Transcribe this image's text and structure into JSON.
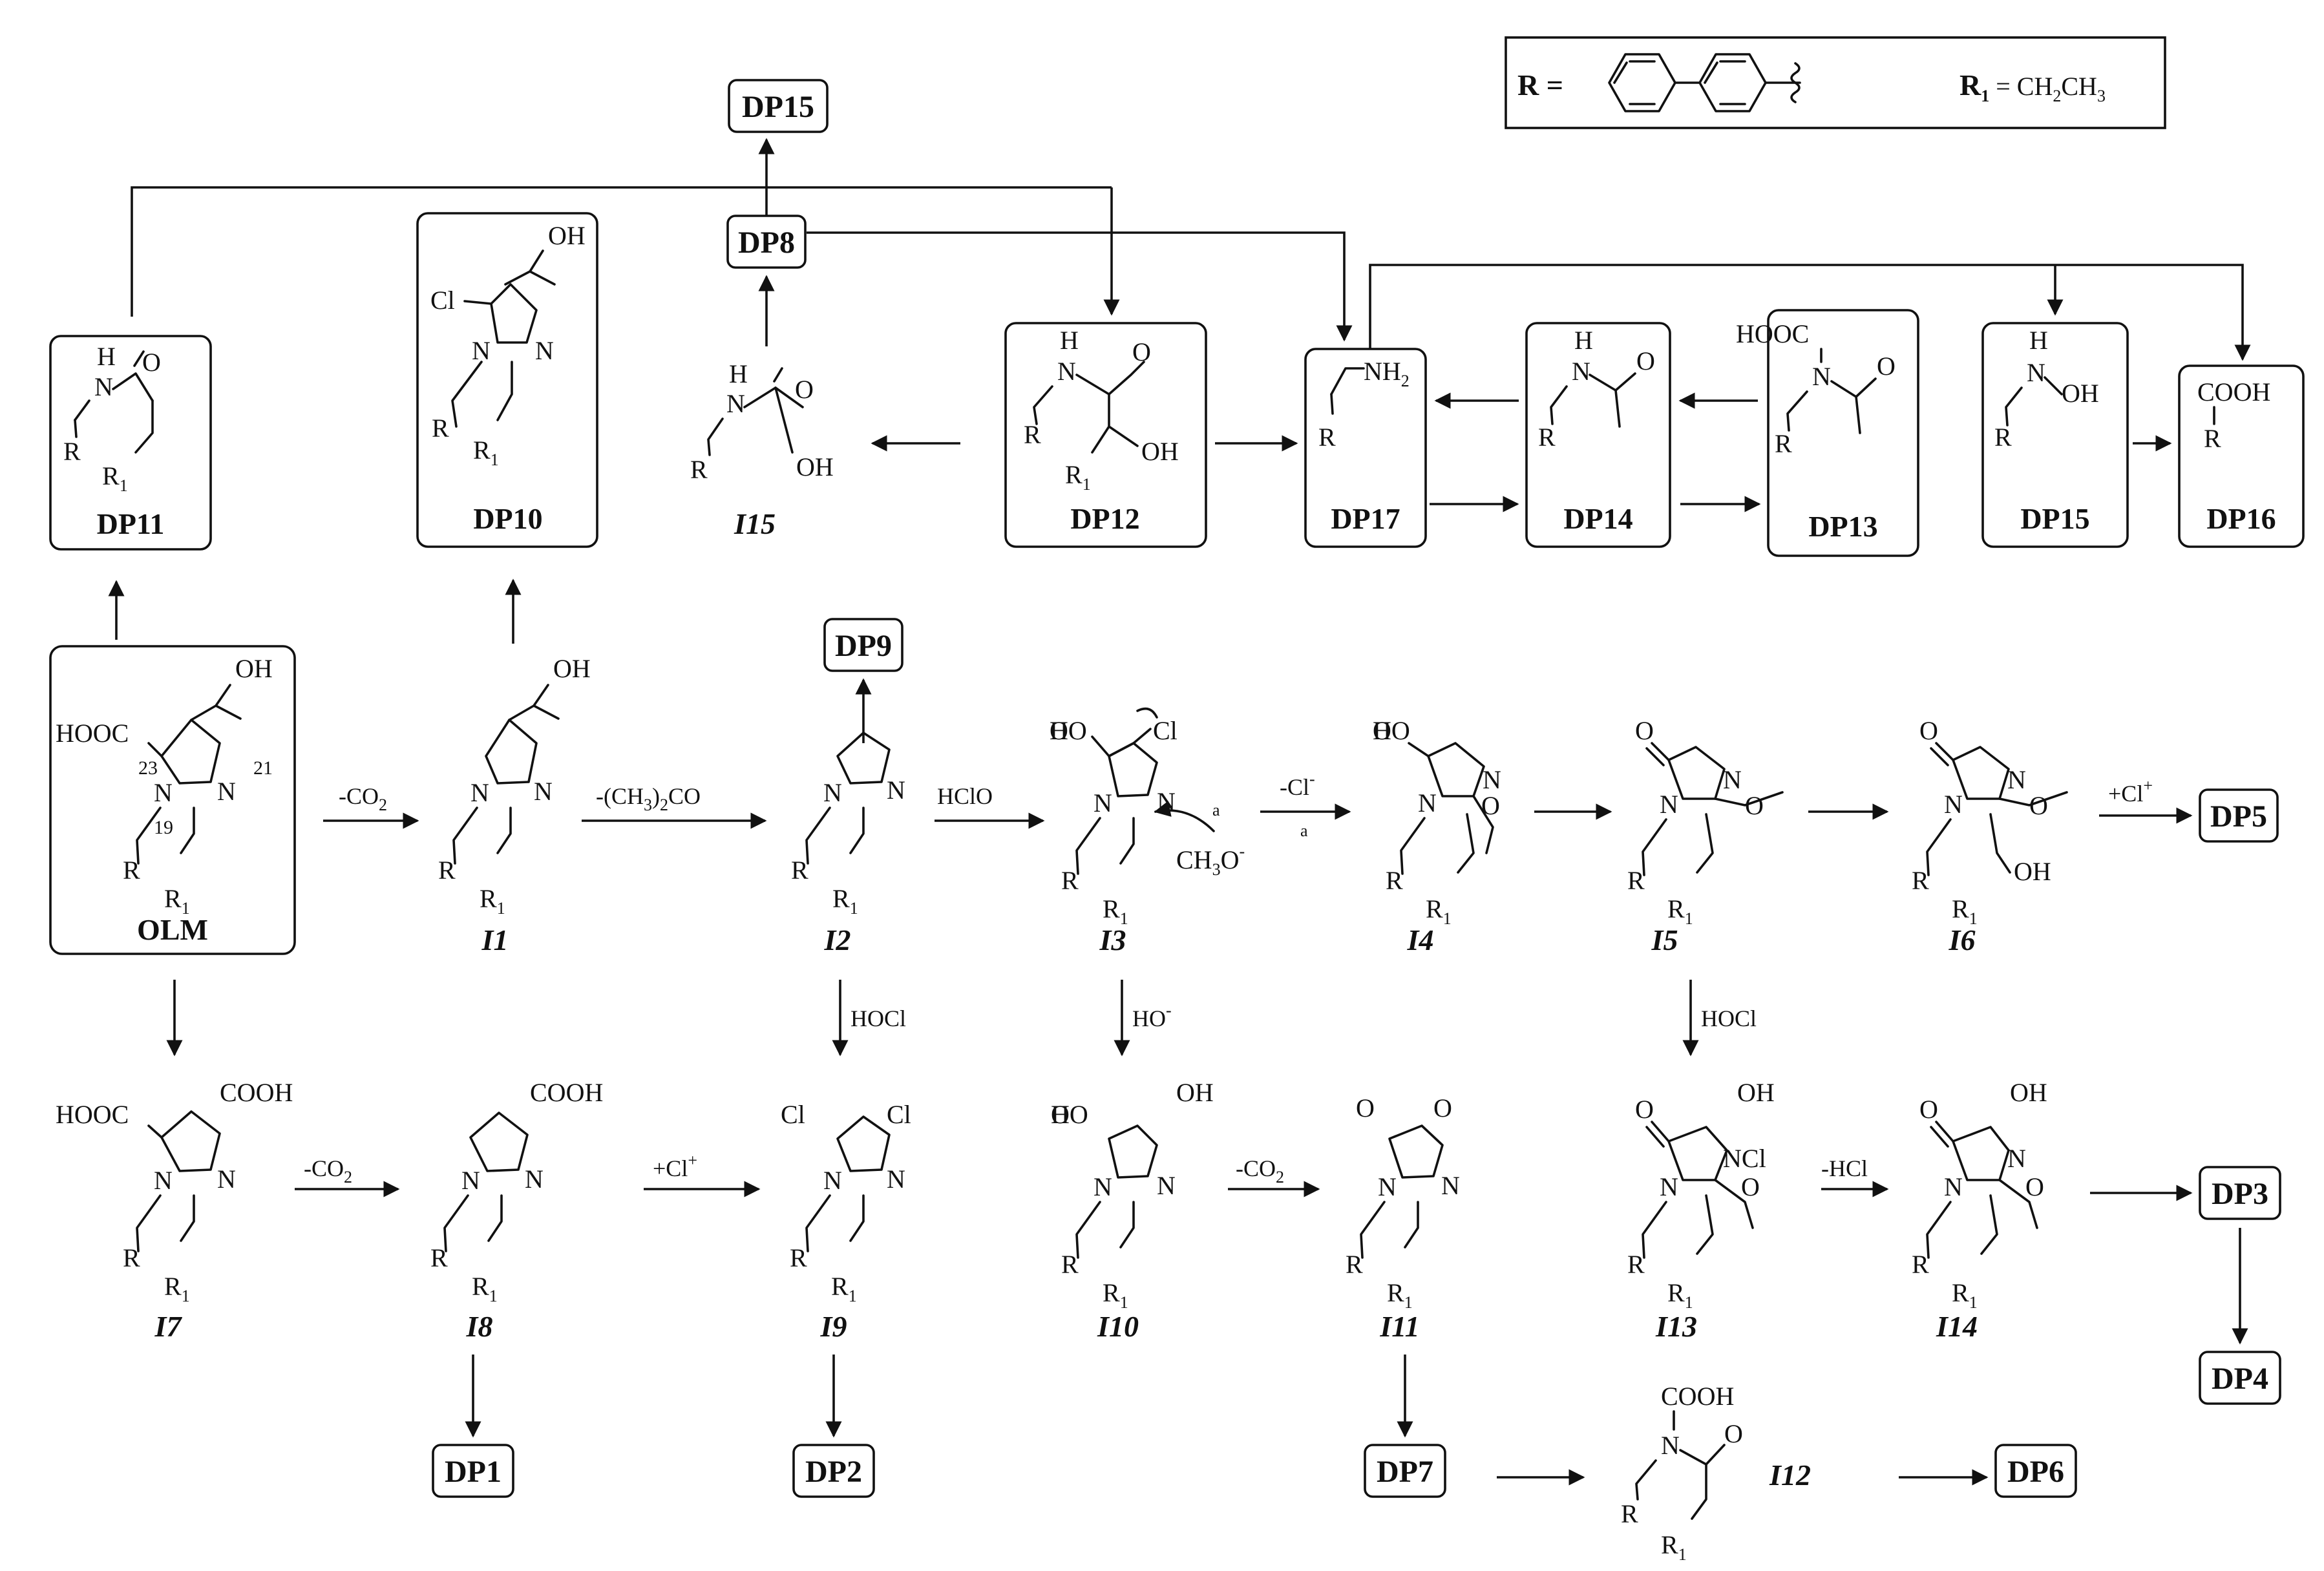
{
  "legend": {
    "r_label": "R =",
    "r1_label": "R",
    "r1_sub": "1",
    "r1_value_a": " = CH",
    "r1_value_sub_a": "2",
    "r1_value_b": "CH",
    "r1_value_sub_b": "3"
  },
  "products": {
    "DP1": "DP1",
    "DP2": "DP2",
    "DP3": "DP3",
    "DP4": "DP4",
    "DP5": "DP5",
    "DP6": "DP6",
    "DP7": "DP7",
    "DP8": "DP8",
    "DP9": "DP9",
    "DP10": "DP10",
    "DP11": "DP11",
    "DP12": "DP12",
    "DP13": "DP13",
    "DP14": "DP14",
    "DP15": "DP15",
    "DP16": "DP16",
    "DP17": "DP17"
  },
  "intermediates": {
    "OLM": "OLM",
    "I1": "I1",
    "I2": "I2",
    "I3": "I3",
    "I4": "I4",
    "I5": "I5",
    "I6": "I6",
    "I7": "I7",
    "I8": "I8",
    "I9": "I9",
    "I10": "I10",
    "I11": "I11",
    "I12": "I12",
    "I13": "I13",
    "I14": "I14",
    "I15": "I15"
  },
  "conditions": {
    "co2": "-CO",
    "co2_sub": "2",
    "acetone_a": "-(CH",
    "acetone_sub": "3",
    "acetone_b": ")",
    "acetone_sub2": "2",
    "acetone_c": "CO",
    "hclo": "HClO",
    "hocl": "HOCl",
    "cl_minus": "-Cl",
    "cl_minus_sup": "-",
    "path_a": "a",
    "ho_minus": "HO",
    "ho_minus_sup": "-",
    "cl_plus": "+Cl",
    "cl_plus_sup": "+",
    "hcl_loss": "-HCl",
    "methoxide": "CH",
    "methoxide_sub": "3",
    "methoxide_b": "O",
    "methoxide_sup": "-"
  },
  "atoms": {
    "N": "N",
    "H": "H",
    "O": "O",
    "R": "R",
    "R1": "R",
    "R1_sub": "1",
    "OH": "OH",
    "Cl": "Cl",
    "NH2": "NH",
    "NH2_sub": "2",
    "HOOC": "HOOC",
    "COOH": "COOH",
    "NCl": "NCl",
    "HOOC_N": "HOOC",
    "pos23": "23",
    "pos21": "21",
    "pos19": "19"
  }
}
